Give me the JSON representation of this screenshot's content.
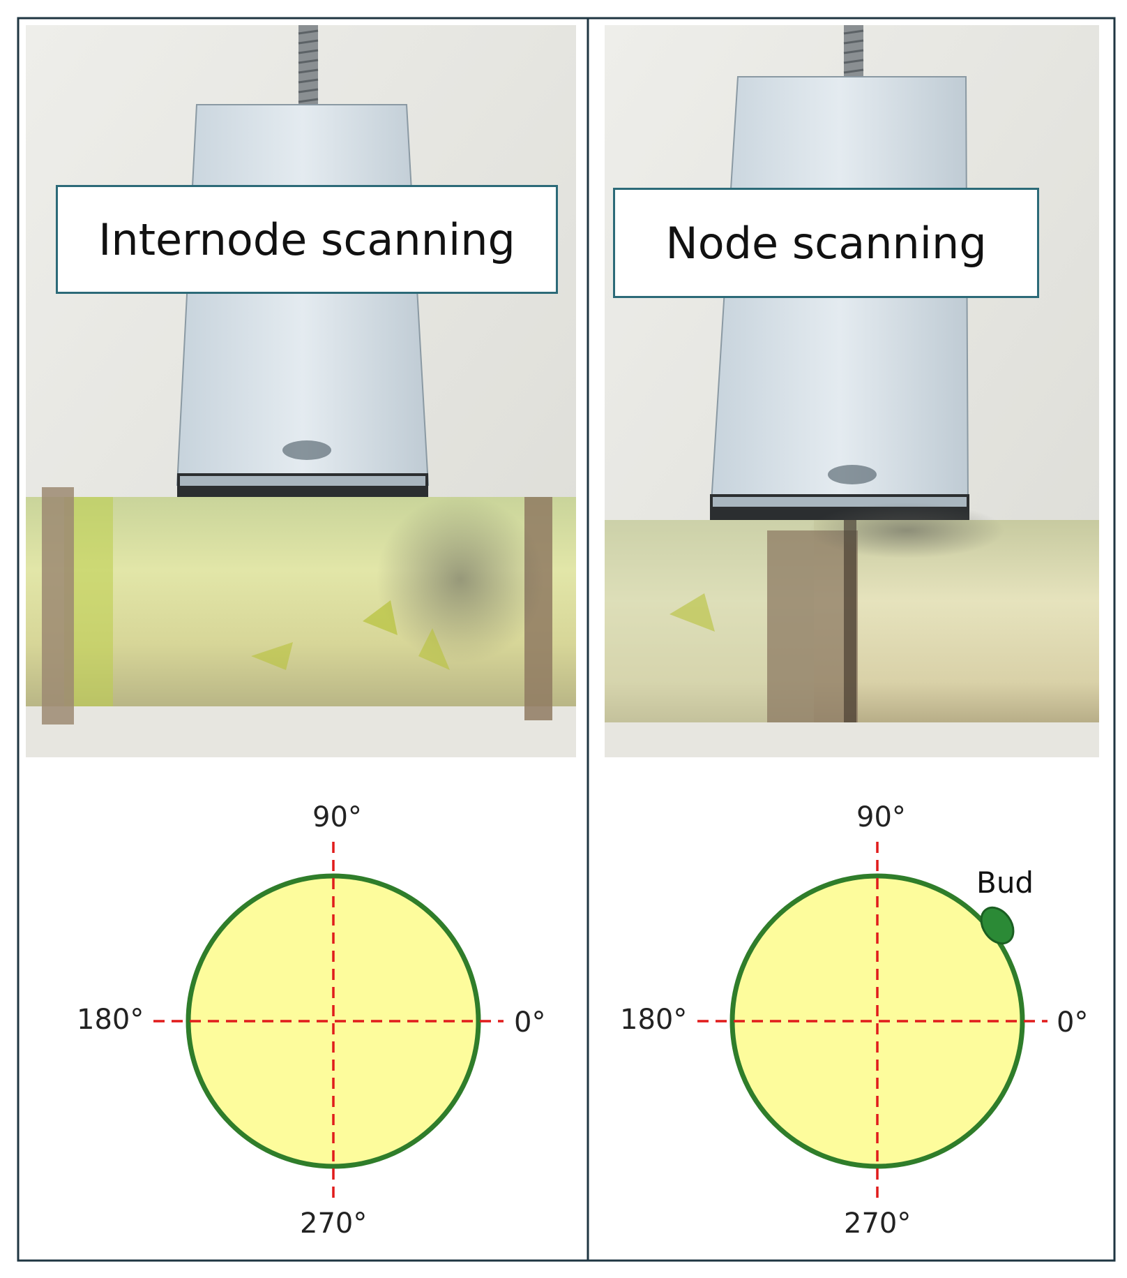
{
  "panels": [
    {
      "title": "Internode scanning",
      "angles": {
        "right": "0°",
        "top": "90°",
        "left": "180°",
        "bottom": "270°"
      }
    },
    {
      "title": "Node scanning",
      "angles": {
        "right": "0°",
        "top": "90°",
        "left": "180°",
        "bottom": "270°"
      },
      "marker": "Bud"
    }
  ],
  "colors": {
    "frame": "#1f3642",
    "label_border": "#2c6a78",
    "circle_fill": "#fdfc9c",
    "circle_stroke": "#2f7d2a",
    "axis_dash": "#e01b1b",
    "bud_fill": "#2b8a36"
  },
  "icons": {
    "sensor": "sensor-box-icon",
    "stalk": "sugarcane-stalk-icon",
    "bud": "bud-icon"
  }
}
